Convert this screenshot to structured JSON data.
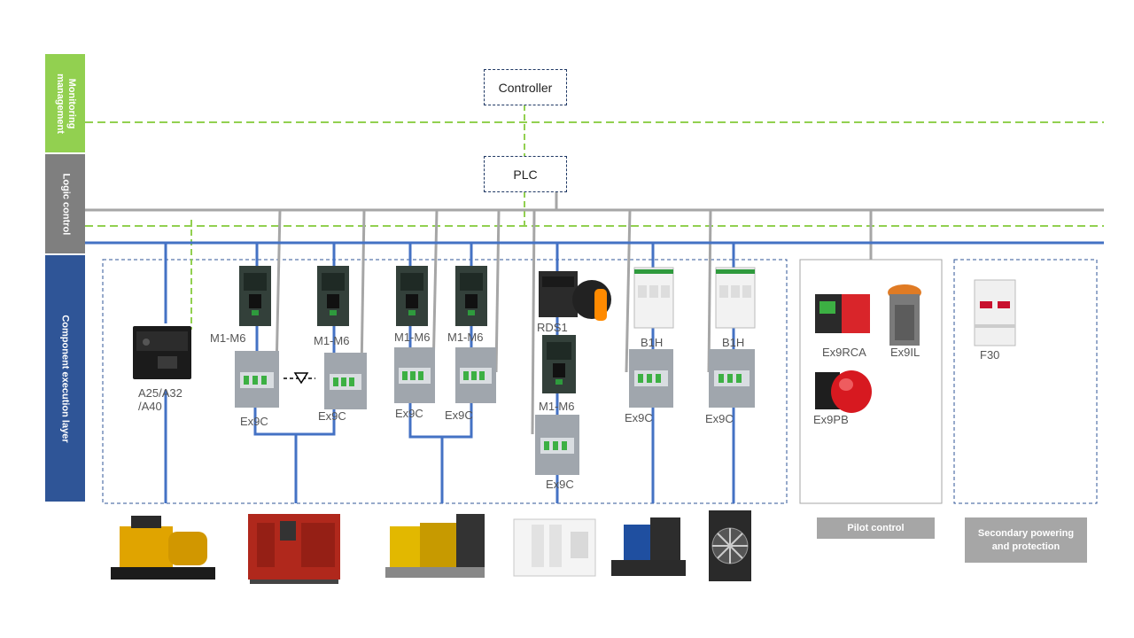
{
  "layers": {
    "monitoring": "Monitoring management",
    "logic": "Logic control",
    "execution": "Component execution layer"
  },
  "colors": {
    "monitoring": "#92d050",
    "logic": "#7f7f7f",
    "execution": "#2f5597",
    "bus_blue": "#4472c4",
    "bus_gray": "#a6a6a6",
    "signal_green": "#92d050"
  },
  "nodes": {
    "controller": "Controller",
    "plc": "PLC"
  },
  "components": {
    "acb": "A25/A32\n/A40",
    "m1_a": "M1-M6",
    "m1_b": "M1-M6",
    "m1_c": "M1-M6",
    "m1_d": "M1-M6",
    "m1_e": "M1-M6",
    "ex9c_a": "Ex9C",
    "ex9c_b": "Ex9C",
    "ex9c_c": "Ex9C",
    "ex9c_d": "Ex9C",
    "ex9c_e": "Ex9C",
    "ex9c_f": "Ex9C",
    "ex9c_g": "Ex9C",
    "rds1": "RDS1",
    "b1h_a": "B1H",
    "b1h_b": "B1H",
    "ex9rca": "Ex9RCA",
    "ex9il": "Ex9IL",
    "ex9pb": "Ex9PB",
    "f30": "F30"
  },
  "buttons": {
    "pilot": "Pilot control",
    "secondary": "Secondary powering\nand protection"
  }
}
